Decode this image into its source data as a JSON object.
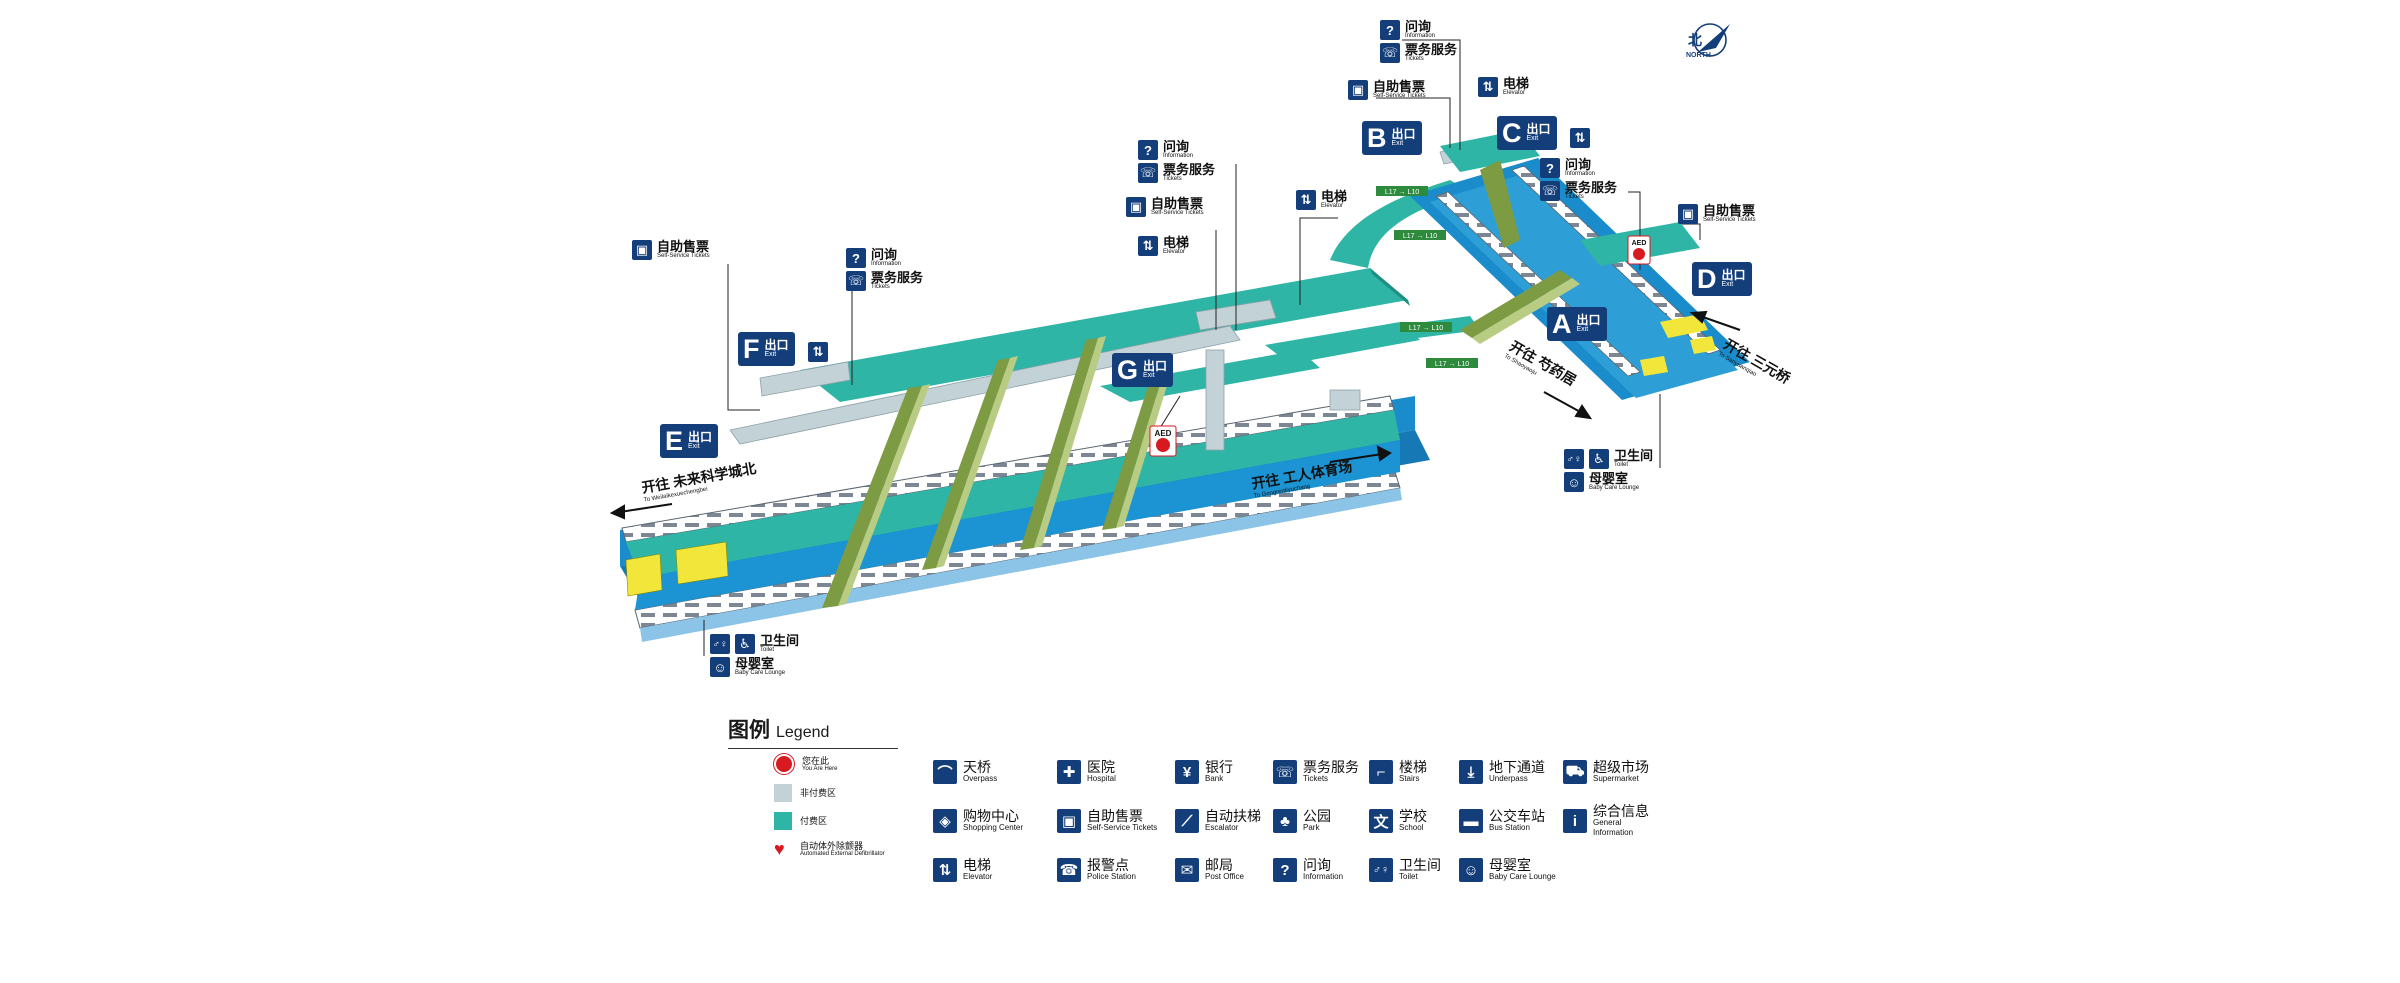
{
  "colors": {
    "paid_area": "#2eb5a6",
    "unpaid_area": "#c3d2d6",
    "track": "#1682c4",
    "signage": "#143e7a",
    "escalator": "#7c9b43",
    "train": "#ffffff",
    "yellow": "#f3e63a",
    "aed": "#d71920"
  },
  "compass": {
    "zh": "北",
    "en": "NORTH"
  },
  "exits": [
    {
      "letter": "A",
      "zh": "出口",
      "en": "Exit"
    },
    {
      "letter": "B",
      "zh": "出口",
      "en": "Exit"
    },
    {
      "letter": "C",
      "zh": "出口",
      "en": "Exit"
    },
    {
      "letter": "D",
      "zh": "出口",
      "en": "Exit"
    },
    {
      "letter": "E",
      "zh": "出口",
      "en": "Exit"
    },
    {
      "letter": "F",
      "zh": "出口",
      "en": "Exit"
    },
    {
      "letter": "G",
      "zh": "出口",
      "en": "Exit"
    }
  ],
  "services": {
    "info": {
      "zh": "问询",
      "en": "Information"
    },
    "tickets": {
      "zh": "票务服务",
      "en": "Tickets"
    },
    "self": {
      "zh": "自助售票",
      "en": "Self-Service Tickets"
    },
    "elevator": {
      "zh": "电梯",
      "en": "Elevator"
    },
    "toilet": {
      "zh": "卫生间",
      "en": "Toilet"
    },
    "baby": {
      "zh": "母婴室",
      "en": "Baby Care Lounge"
    }
  },
  "aed_label": "AED",
  "directions": {
    "left": {
      "zh": "开往 未来科学城北",
      "en": "To Weilaikexuechengbei"
    },
    "middle": {
      "zh": "开往 工人体育场",
      "en": "To Gongrentiyuchang"
    },
    "sw": {
      "zh": "开往 芍药居",
      "en": "To Shaoyaoju"
    },
    "ne": {
      "zh": "开往 三元桥",
      "en": "To Sanyuanqiao"
    }
  },
  "line_tags": [
    "L17 → L10",
    "L17 → L10",
    "L17 → L10",
    "L17 → L10"
  ],
  "legend": {
    "title_zh": "图例",
    "title_en": "Legend",
    "keys": [
      {
        "zh": "您在此",
        "en": "You Are Here",
        "kind": "here"
      },
      {
        "zh": "非付费区",
        "en": "",
        "kind": "unpaid"
      },
      {
        "zh": "付费区",
        "en": "",
        "kind": "paid"
      },
      {
        "zh": "自动体外除颤器",
        "en": "Automated External Defibrillator",
        "kind": "aed"
      }
    ],
    "items": [
      {
        "zh": "天桥",
        "en": "Overpass",
        "icon": "overpass-icon",
        "glyph": "⌒"
      },
      {
        "zh": "医院",
        "en": "Hospital",
        "icon": "hospital-icon",
        "glyph": "✚"
      },
      {
        "zh": "银行",
        "en": "Bank",
        "icon": "bank-icon",
        "glyph": "¥"
      },
      {
        "zh": "票务服务",
        "en": "Tickets",
        "icon": "tickets-icon",
        "glyph": "☏"
      },
      {
        "zh": "楼梯",
        "en": "Stairs",
        "icon": "stairs-icon",
        "glyph": "⌐"
      },
      {
        "zh": "地下通道",
        "en": "Underpass",
        "icon": "underpass-icon",
        "glyph": "⤓"
      },
      {
        "zh": "超级市场",
        "en": "Supermarket",
        "icon": "supermarket-icon",
        "glyph": "⛟"
      },
      {
        "zh": "购物中心",
        "en": "Shopping Center",
        "icon": "shopping-icon",
        "glyph": "◈"
      },
      {
        "zh": "自助售票",
        "en": "Self-Service Tickets",
        "icon": "self-service-icon",
        "glyph": "▣"
      },
      {
        "zh": "自动扶梯",
        "en": "Escalator",
        "icon": "escalator-icon",
        "glyph": "⟋"
      },
      {
        "zh": "公园",
        "en": "Park",
        "icon": "park-icon",
        "glyph": "♣"
      },
      {
        "zh": "学校",
        "en": "School",
        "icon": "school-icon",
        "glyph": "文"
      },
      {
        "zh": "公交车站",
        "en": "Bus Station",
        "icon": "bus-icon",
        "glyph": "▬"
      },
      {
        "zh": "综合信息",
        "en": "General Information",
        "icon": "general-info-icon",
        "glyph": "i"
      },
      {
        "zh": "电梯",
        "en": "Elevator",
        "icon": "elevator-icon",
        "glyph": "⇅"
      },
      {
        "zh": "报警点",
        "en": "Police Station",
        "icon": "police-icon",
        "glyph": "☎"
      },
      {
        "zh": "邮局",
        "en": "Post Office",
        "icon": "post-icon",
        "glyph": "✉"
      },
      {
        "zh": "问询",
        "en": "Information",
        "icon": "info-icon",
        "glyph": "?"
      },
      {
        "zh": "卫生间",
        "en": "Toilet",
        "icon": "toilet-icon",
        "glyph": "♂♀"
      },
      {
        "zh": "母婴室",
        "en": "Baby Care Lounge",
        "icon": "baby-care-icon",
        "glyph": "☺"
      }
    ]
  }
}
